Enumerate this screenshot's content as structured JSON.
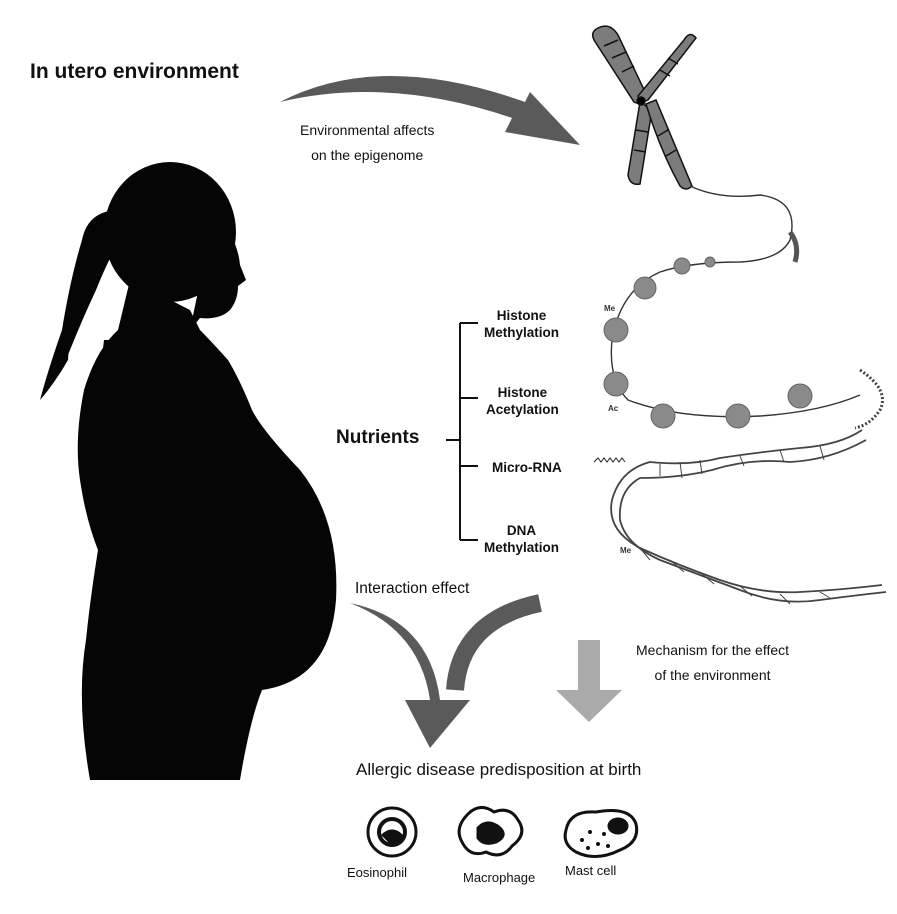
{
  "title": "In utero environment",
  "environmental_affects": [
    "Environmental affects",
    "on the epigenome"
  ],
  "nutrients_label": "Nutrients",
  "mechanisms": {
    "histone_methylation": [
      "Histone",
      "Methylation"
    ],
    "histone_acetylation": [
      "Histone",
      "Acetylation"
    ],
    "micro_rna": "Micro-RNA",
    "dna_methylation": [
      "DNA",
      "Methylation"
    ]
  },
  "annotations": {
    "me_top": "Me",
    "ac": "Ac",
    "me_dna": "Me"
  },
  "interaction_effect": "Interaction effect",
  "mechanism_label": [
    "Mechanism for the effect",
    "of the environment"
  ],
  "outcome": "Allergic disease predisposition at birth",
  "cells": [
    "Eosinophil",
    "Macrophage",
    "Mast cell"
  ],
  "colors": {
    "silhouette": "#050505",
    "dark_arrow": "#5a5a5a",
    "light_arrow": "#aaaaaa",
    "nucleosome": "#8a8a8a",
    "chromosome": "#7c7c7c"
  }
}
